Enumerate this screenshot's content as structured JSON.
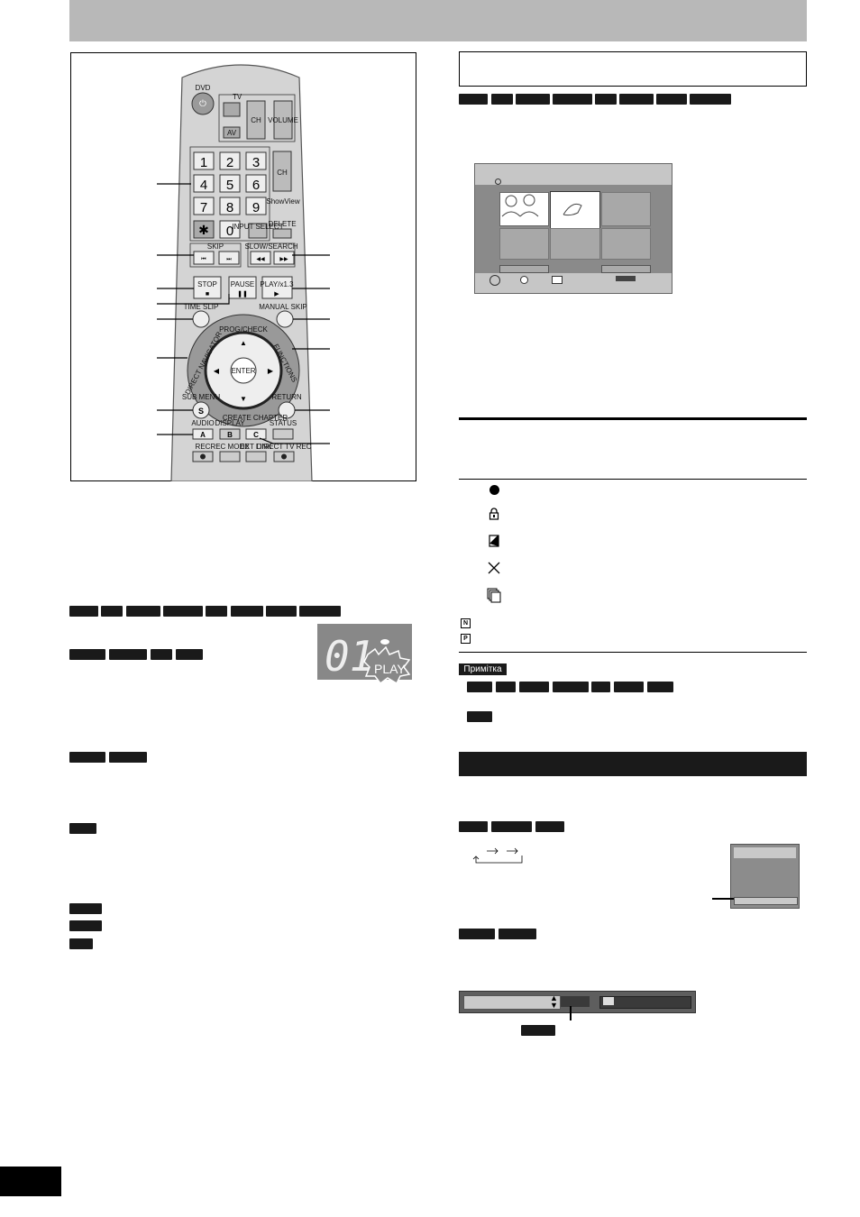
{
  "remote": {
    "dvd_label": "DVD",
    "tv_label": "TV",
    "av_label": "AV",
    "ch_label": "CH",
    "volume_label": "VOLUME",
    "showview_label": "ShowView",
    "input_select_label": "INPUT SELECT",
    "delete_label": "DELETE",
    "skip_label": "SKIP",
    "slow_search_label": "SLOW/SEARCH",
    "stop_label": "STOP",
    "pause_label": "PAUSE",
    "play_label": "PLAY/x1.3",
    "time_slip_label": "TIME SLIP",
    "manual_skip_label": "MANUAL SKIP",
    "prog_check_label": "PROG/CHECK",
    "direct_navigator_label": "DIRECT NAVIGATOR",
    "functions_label": "FUNCTIONS",
    "enter_label": "ENTER",
    "sub_menu_label": "SUB MENU",
    "return_label": "RETURN",
    "audio_label": "AUDIO",
    "display_label": "DISPLAY",
    "create_chapter_label": "CREATE CHAPTER",
    "status_label": "STATUS",
    "rec_label": "REC",
    "rec_mode_label": "REC MODE",
    "ext_link_label": "EXT LINK",
    "direct_tv_rec_label": "DIRECT TV REC",
    "digits": [
      "1",
      "2",
      "3",
      "4",
      "5",
      "6",
      "7",
      "8",
      "9",
      "✱",
      "0"
    ],
    "s_key": "S",
    "a_key": "A",
    "b_key": "B",
    "c_key": "C"
  },
  "display": {
    "digits": "01",
    "play_label": "PLAY"
  },
  "note": {
    "label": "Примітка"
  }
}
